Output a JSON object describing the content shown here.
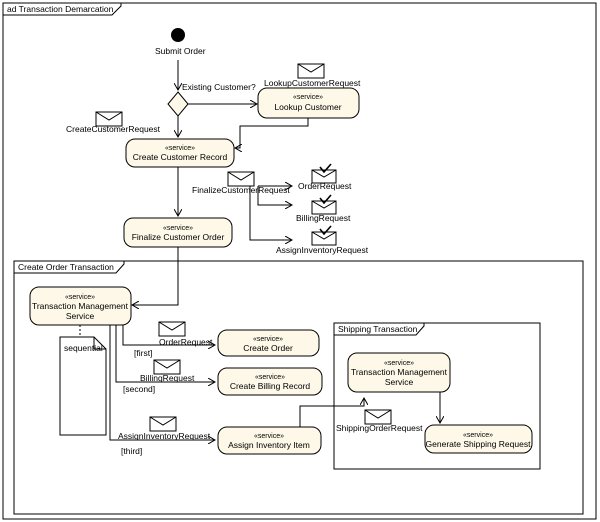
{
  "diagram": {
    "frame_title": "ad Transaction Demarcation",
    "start_label": "Submit Order",
    "decision_guard": "Existing Customer?",
    "actions": [
      {
        "id": "lookup",
        "stereotype": "«service»",
        "name": "Lookup Customer"
      },
      {
        "id": "create_record",
        "stereotype": "«service»",
        "name": "Create Customer Record"
      },
      {
        "id": "finalize_order",
        "stereotype": "«service»",
        "name": "Finalize Customer Order"
      },
      {
        "id": "tms1",
        "stereotype": "«service»",
        "name_line1": "Transaction Management",
        "name_line2": "Service"
      },
      {
        "id": "create_order",
        "stereotype": "«service»",
        "name": "Create Order"
      },
      {
        "id": "create_billing",
        "stereotype": "«service»",
        "name": "Create Billing Record"
      },
      {
        "id": "assign_inventory",
        "stereotype": "«service»",
        "name": "Assign Inventory Item"
      },
      {
        "id": "tms2",
        "stereotype": "«service»",
        "name_line1": "Transaction Management",
        "name_line2": "Service"
      },
      {
        "id": "gen_shipping",
        "stereotype": "«service»",
        "name": "Generate Shipping Request"
      }
    ],
    "messages": {
      "lookup_request": "LookupCustomerRequest",
      "create_request": "CreateCustomerRequest",
      "finalize_request": "FinalizeCustomerRequest",
      "order_request": "OrderRequest",
      "billing_request": "BillingRequest",
      "assign_inventory_request": "AssignInventoryRequest",
      "shipping_order_request": "ShippingOrderRequest"
    },
    "regions": {
      "create_order_transaction": "Create Order Transaction",
      "shipping_transaction": "Shipping Transaction"
    },
    "note": "sequential",
    "guards": {
      "first": "[first]",
      "second": "[second]",
      "third": "[third]"
    }
  }
}
